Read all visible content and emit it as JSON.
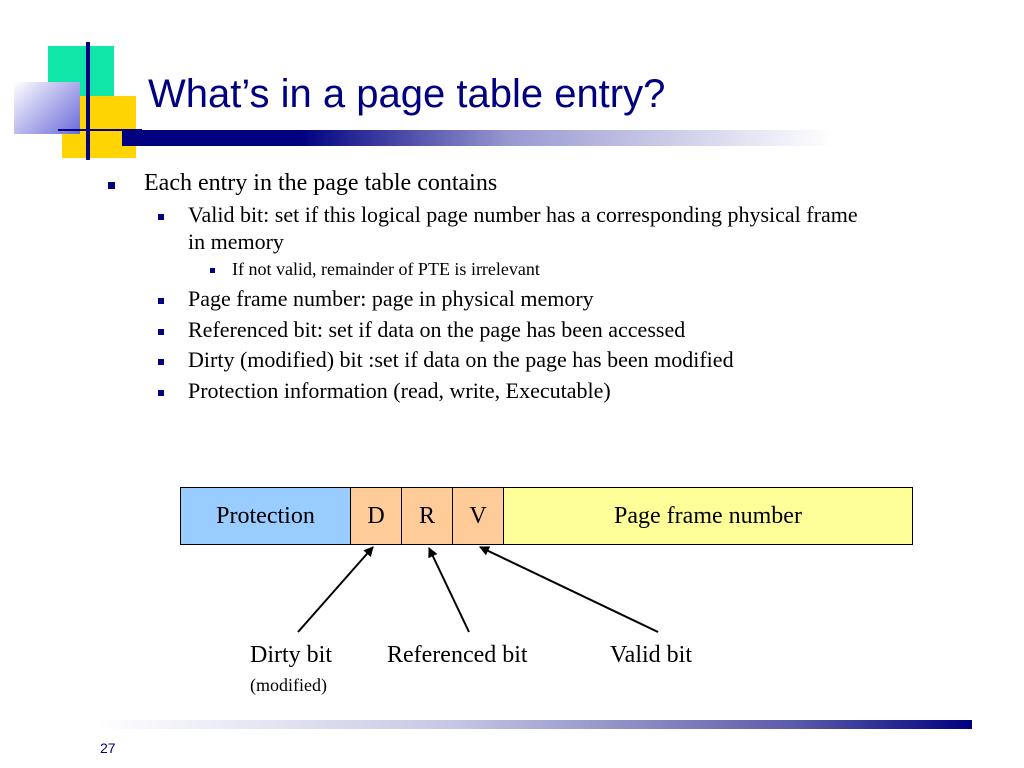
{
  "slide": {
    "title": "What’s in a page table entry?",
    "bullets": {
      "main": "Each entry in the page table contains",
      "valid_line1": "Valid bit: set if this logical page number has a corresponding physical frame",
      "valid_line2": "in memory",
      "valid_sub": "If not valid, remainder of PTE is irrelevant",
      "frame": "Page frame number: page in physical memory",
      "referenced": "Referenced bit: set if data on the page has been accessed",
      "dirty": "Dirty (modified) bit :set if data on the page has been modified",
      "protection": "Protection information (read, write, Executable)"
    },
    "diagram": {
      "cells": {
        "protection": "Protection",
        "dirty": "D",
        "referenced": "R",
        "valid": "V",
        "frame": "Page frame number"
      },
      "labels": {
        "dirty": "Dirty bit",
        "dirty_note": "(modified)",
        "referenced": "Referenced bit",
        "valid": "Valid bit"
      },
      "colors": {
        "protection": "#99ccff",
        "flags": "#ffcc99",
        "frame": "#ffff99"
      }
    },
    "page_number": "27",
    "theme": {
      "accent": "#000080",
      "green": "#10e6a8",
      "yellow": "#ffd400"
    }
  }
}
